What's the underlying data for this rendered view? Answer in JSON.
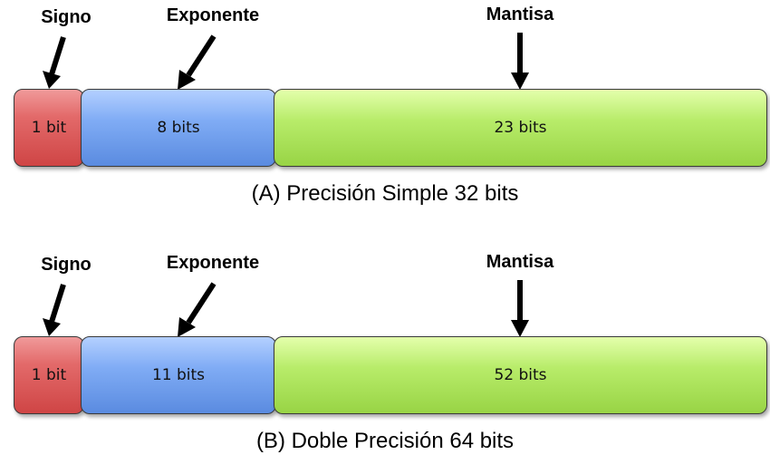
{
  "diagrams": [
    {
      "labels": {
        "sign": "Signo",
        "exponent": "Exponente",
        "mantissa": "Mantisa"
      },
      "segments": {
        "sign": "1 bit",
        "exponent": "8 bits",
        "mantissa": "23 bits"
      },
      "caption": "(A) Precisión Simple 32 bits"
    },
    {
      "labels": {
        "sign": "Signo",
        "exponent": "Exponente",
        "mantissa": "Mantisa"
      },
      "segments": {
        "sign": "1 bit",
        "exponent": "11 bits",
        "mantissa": "52 bits"
      },
      "caption": "(B) Doble Precisión 64 bits"
    }
  ],
  "colors": {
    "sign": "#e05a5a",
    "exponent": "#6f9cec",
    "mantissa": "#aee05a"
  }
}
